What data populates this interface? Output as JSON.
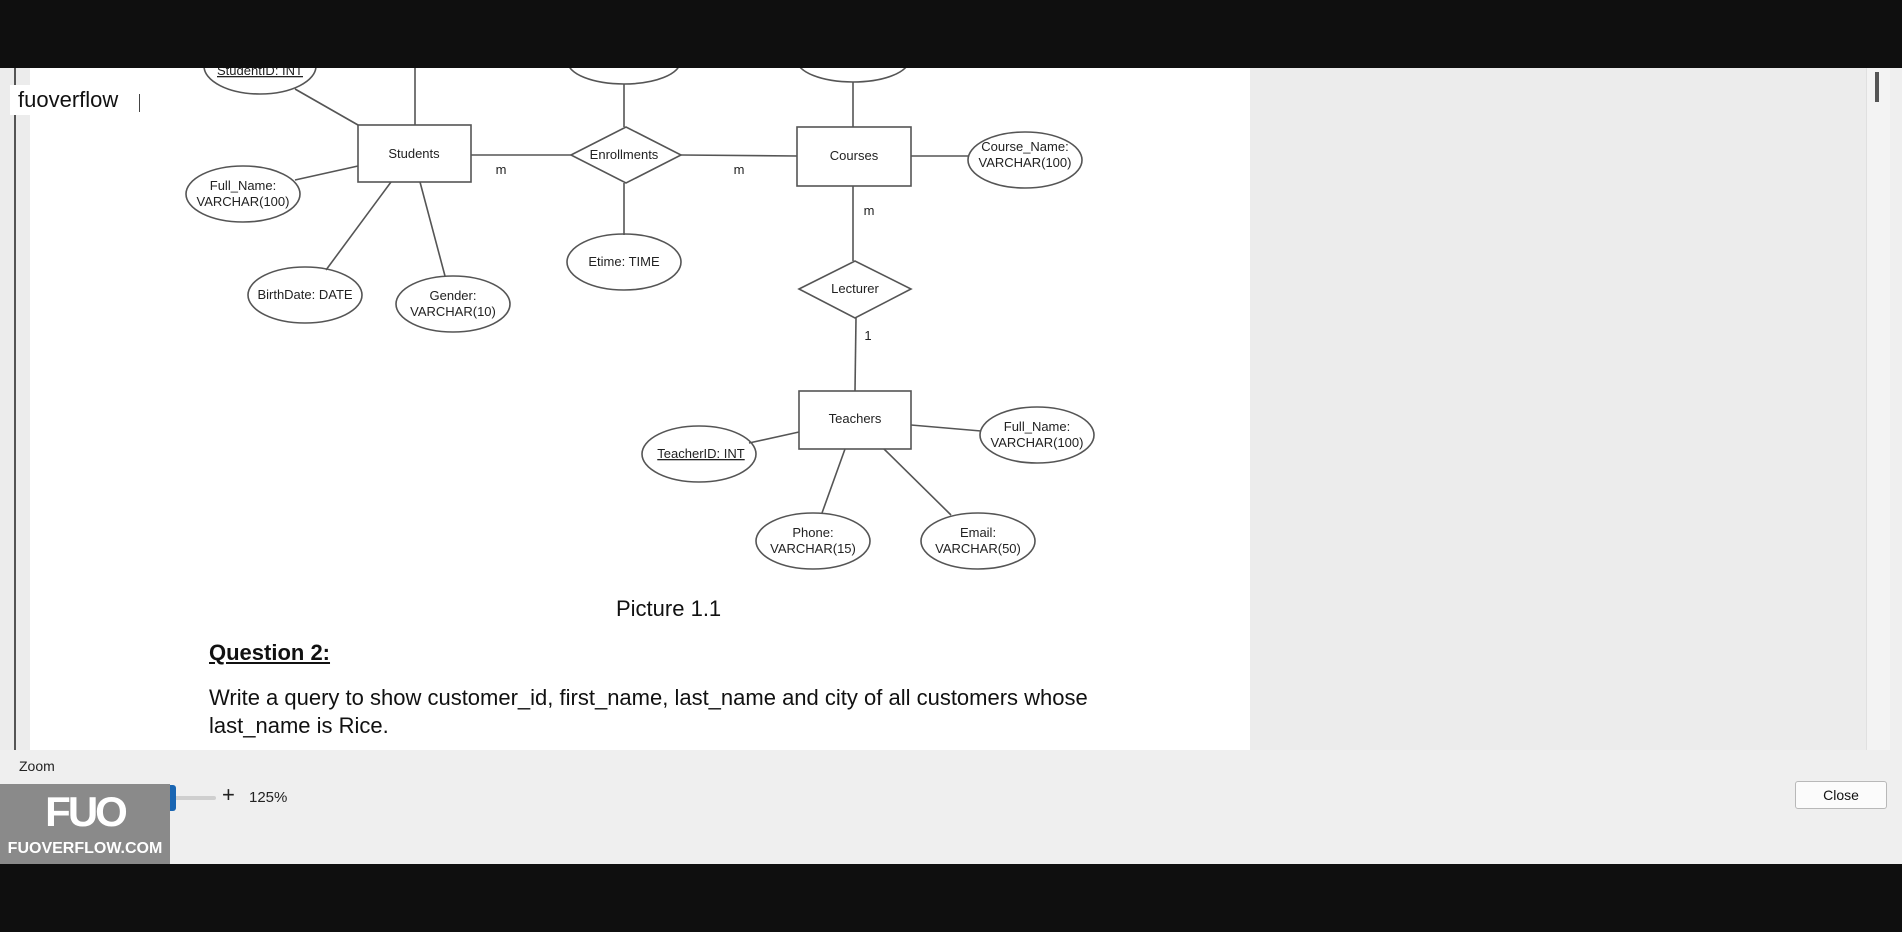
{
  "page_label": "fuoverflow",
  "diagram": {
    "entities": {
      "students": "Students",
      "courses": "Courses",
      "teachers": "Teachers"
    },
    "relationships": {
      "enrollments": "Enrollments",
      "lecturer": "Lecturer"
    },
    "attributes": {
      "student_id": "StudentID: INT",
      "student_full_name": [
        "Full_Name:",
        "VARCHAR(100)"
      ],
      "birth_date": "BirthDate: DATE",
      "gender": [
        "Gender:",
        "VARCHAR(10)"
      ],
      "etime": "Etime: TIME",
      "course_name": [
        "Course_Name:",
        "VARCHAR(100)"
      ],
      "teacher_id": "TeacherID: INT",
      "teacher_full_name": [
        "Full_Name:",
        "VARCHAR(100)"
      ],
      "phone": [
        "Phone:",
        "VARCHAR(15)"
      ],
      "email": [
        "Email:",
        "VARCHAR(50)"
      ]
    },
    "cardinalities": {
      "students_enrollments": "m",
      "enrollments_courses": "m",
      "courses_lecturer": "m",
      "lecturer_teachers": "1"
    }
  },
  "caption": "Picture 1.1",
  "question": {
    "title": "Question 2:",
    "text": "Write a query to show customer_id, first_name, last_name and city of all customers whose last_name is Rice."
  },
  "zoom": {
    "label": "Zoom",
    "minus": "-",
    "plus": "+",
    "value": "125%",
    "level": 0.62
  },
  "close_label": "Close",
  "watermark": {
    "logo": "FUO",
    "text": "FUOVERFLOW.COM"
  },
  "colors": {
    "slider_thumb": "#1a66b3",
    "page_bg": "#ffffff",
    "app_bg": "#efefef"
  }
}
